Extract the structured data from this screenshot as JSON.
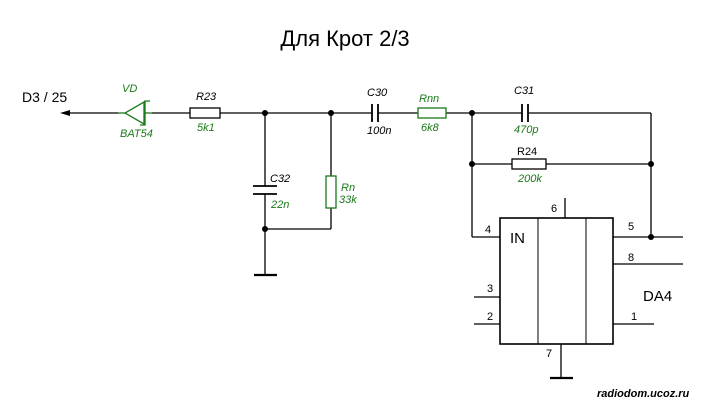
{
  "title": "Для Крот 2/3",
  "net_label": "D3 / 25",
  "components": {
    "diode": {
      "ref": "VD",
      "value": "BAT54"
    },
    "r23": {
      "ref": "R23",
      "value": "5k1"
    },
    "c30": {
      "ref": "C30",
      "value": "100n"
    },
    "rnn": {
      "ref": "Rnn",
      "value": "6k8"
    },
    "c31": {
      "ref": "C31",
      "value": "470p"
    },
    "r24": {
      "ref": "R24",
      "value": "200k"
    },
    "c32": {
      "ref": "C32",
      "value": "22n"
    },
    "rn": {
      "ref": "Rn",
      "value": "33k"
    }
  },
  "chip": {
    "ref": "DA4",
    "input_label": "IN",
    "pins": {
      "p1": "1",
      "p2": "2",
      "p3": "3",
      "p4": "4",
      "p5": "5",
      "p6": "6",
      "p7": "7",
      "p8": "8"
    }
  },
  "watermark": "radiodom.ucoz.ru",
  "colors": {
    "wire": "#000000",
    "component_accent": "#1a7a1a"
  }
}
